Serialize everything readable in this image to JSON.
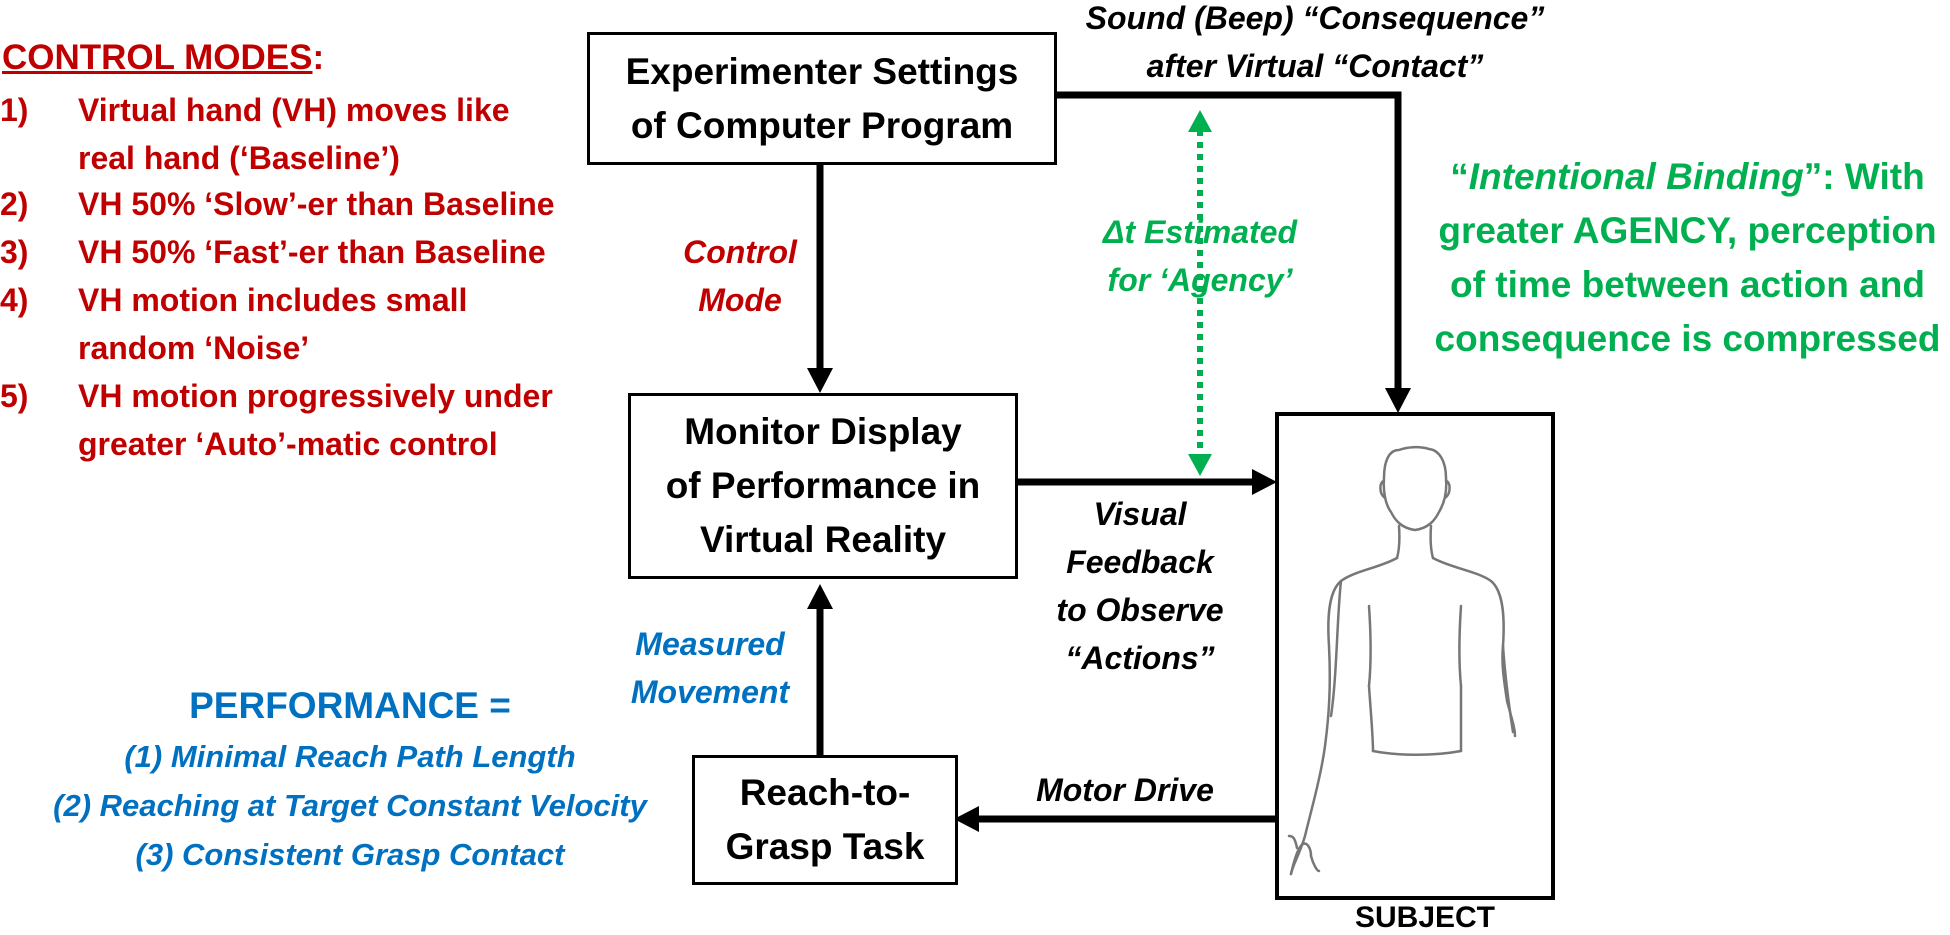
{
  "control_modes": {
    "title": "CONTROL MODES",
    "title_suffix": ":",
    "items": [
      {
        "num": "1)",
        "line1": "Virtual hand (VH) moves like",
        "line2": "real hand (‘Baseline’)"
      },
      {
        "num": "2)",
        "line1": "VH 50% ‘Slow’-er than Baseline",
        "line2": ""
      },
      {
        "num": "3)",
        "line1": "VH 50% ‘Fast’-er than Baseline",
        "line2": ""
      },
      {
        "num": "4)",
        "line1": "VH motion includes small",
        "line2": "random ‘Noise’"
      },
      {
        "num": "5)",
        "line1": "VH motion progressively under",
        "line2": "greater ‘Auto’-matic control"
      }
    ]
  },
  "boxes": {
    "experimenter": [
      "Experimenter Settings",
      "of Computer Program"
    ],
    "monitor": [
      "Monitor Display",
      "of Performance in",
      "Virtual Reality"
    ],
    "task": [
      "Reach-to-",
      "Grasp Task"
    ],
    "subject": "SUBJECT"
  },
  "labels": {
    "sound": [
      "Sound (Beep) “Consequence”",
      "after Virtual “Contact”"
    ],
    "control_mode": [
      "Control",
      "Mode"
    ],
    "delta_t": [
      "Δt Estimated",
      "for ‘Agency’"
    ],
    "visual_feedback": [
      "Visual",
      "Feedback",
      "to Observe",
      "“Actions”"
    ],
    "measured_movement": [
      "Measured",
      "Movement"
    ],
    "motor_drive": "Motor Drive"
  },
  "intentional_binding": {
    "open_quote": "“",
    "term": "Intentional Binding",
    "rest_line1": "”: With",
    "line2": "greater AGENCY, perception",
    "line3": "of time between action and",
    "line4": "consequence is compressed"
  },
  "performance": {
    "title": "PERFORMANCE =",
    "items": [
      "(1) Minimal Reach Path Length",
      "(2) Reaching at Target Constant Velocity",
      "(3) Consistent Grasp Contact"
    ]
  },
  "colors": {
    "red": "#c00000",
    "blue": "#0070c0",
    "green": "#00b050",
    "black": "#000000"
  },
  "icons": {
    "subject_figure": "human-torso-outline-icon"
  }
}
